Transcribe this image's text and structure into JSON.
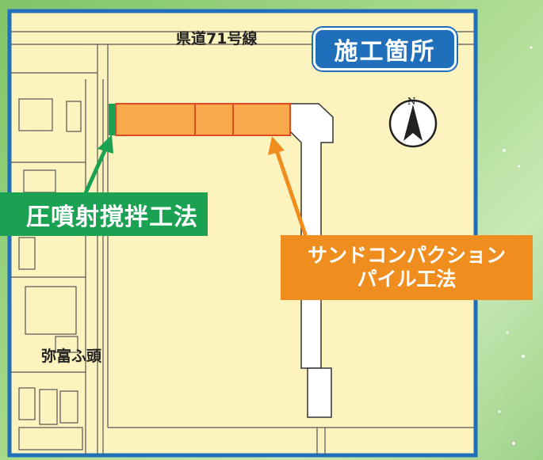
{
  "title": "施工箇所",
  "labels": {
    "road": "県道71号線",
    "pier": "弥富ふ頭"
  },
  "compass": {
    "letter": "N"
  },
  "callouts": {
    "green": {
      "text": "圧噴射撹拌工法",
      "color": "#1aa152"
    },
    "orange": {
      "line1": "サンドコンパクション",
      "line2": "パイル工法",
      "color": "#f08d1f"
    }
  },
  "colors": {
    "map_background": "#fdf3be",
    "frame": "#1f6fbb",
    "construction_area": "#f9a94b",
    "construction_outline": "#e04a1e"
  }
}
